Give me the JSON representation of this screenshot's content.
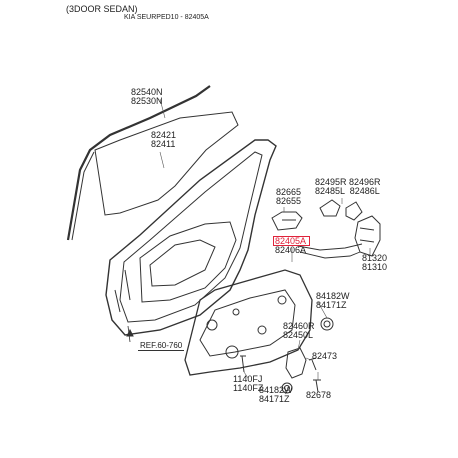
{
  "header": {
    "variant": "(3DOOR SEDAN)",
    "breadcrumb": "KIA SEURPED10 - 82405A"
  },
  "highlight_color": "#e0233b",
  "parts": {
    "glass_run": "82540N\n82530N",
    "glass": "82421\n82411",
    "outside_handle": "82665\n82655",
    "handle_base": "82495R 82496R\n82485L  82486L",
    "rod_highlighted": "82405A",
    "rod_other": "82406A",
    "latch": "81320\n81310",
    "grommet": "84182W\n84171Z",
    "regulator": "82460R\n82450L",
    "bolt_right": "82473",
    "screw": "82678",
    "bolt_left": "1140FJ\n1140FZ",
    "grommet_lower": "84182W\n84171Z"
  },
  "reference": "REF.60-760"
}
